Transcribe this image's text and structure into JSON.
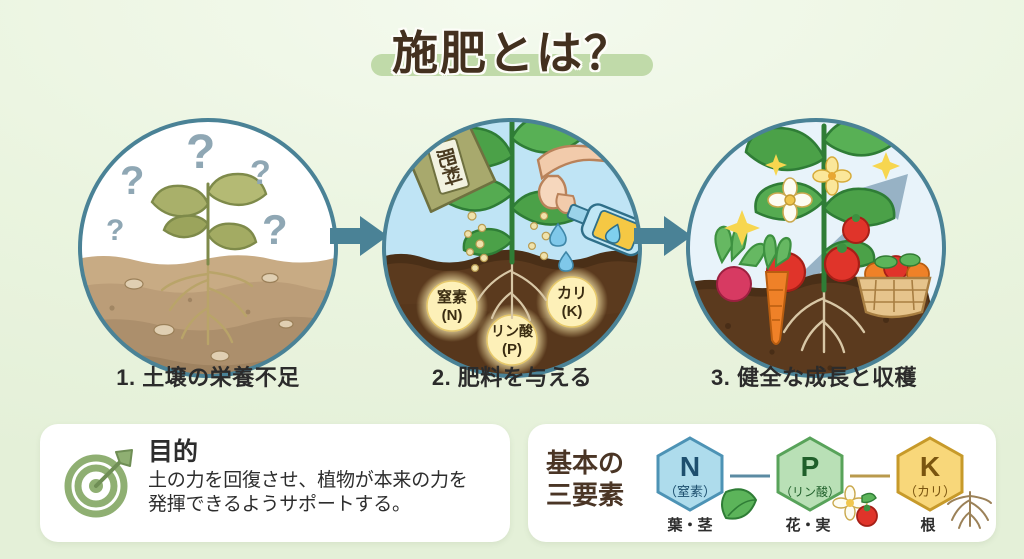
{
  "title": "施肥とは？",
  "theme": {
    "bg_top": "#f4faee",
    "bg_bottom": "#e4f0d8",
    "title_color": "#43301f",
    "title_highlight": "#bcd7a3",
    "arrow_color": "#4a8296",
    "card_bg": "#ffffff",
    "caption_color": "#2b2b2b"
  },
  "steps": [
    {
      "caption": "1. 土壌の栄養不足",
      "scene": "poor-soil-wilting-plant",
      "sky_color": "#ffffff",
      "soil_color": "#c8ab84",
      "plant_color": "#9aa45f",
      "marks": [
        "?",
        "?",
        "?",
        "?",
        "?"
      ]
    },
    {
      "caption": "2. 肥料を与える",
      "scene": "applying-fertilizer",
      "sky_color": "#bfe4f5",
      "soil_color": "#5b3a1e",
      "plant_color": "#4ba148",
      "bag_label": "肥料",
      "nutrients": [
        {
          "name": "窒素",
          "symbol": "(N)"
        },
        {
          "name": "リン酸",
          "symbol": "(P)"
        },
        {
          "name": "カリ",
          "symbol": "(K)"
        }
      ]
    },
    {
      "caption": "3. 健全な成長と収穫",
      "scene": "healthy-growth-harvest",
      "sky_color": "#e8f3fa",
      "soil_color": "#5b3a1e",
      "plant_color": "#4ba148",
      "crops": [
        "トマト",
        "ニンジン",
        "ラディッシュ"
      ]
    }
  ],
  "purpose_card": {
    "icon": "target-icon",
    "icon_color": "#8faf72",
    "title": "目的",
    "body_line1": "土の力を回復させ、植物が本来の力を",
    "body_line2": "発揮できるようサポートする。"
  },
  "elements_card": {
    "label_line1": "基本の",
    "label_line2": "三要素",
    "items": [
      {
        "symbol": "N",
        "name": "（窒素）",
        "role": "葉・茎",
        "color": "#aedcec",
        "border": "#4d93b5",
        "text_color": "#1d4f6e",
        "icon": "leaf-icon"
      },
      {
        "symbol": "P",
        "name": "（リン酸）",
        "role": "花・実",
        "color": "#b9e0b6",
        "border": "#5aa濃",
        "text_color": "#1f5f2a",
        "icon": "flower-tomato-icon"
      },
      {
        "symbol": "K",
        "name": "（カリ）",
        "role": "根",
        "color": "#f8d77a",
        "border": "#c79a2a",
        "text_color": "#7a5510",
        "icon": "root-icon"
      }
    ]
  }
}
